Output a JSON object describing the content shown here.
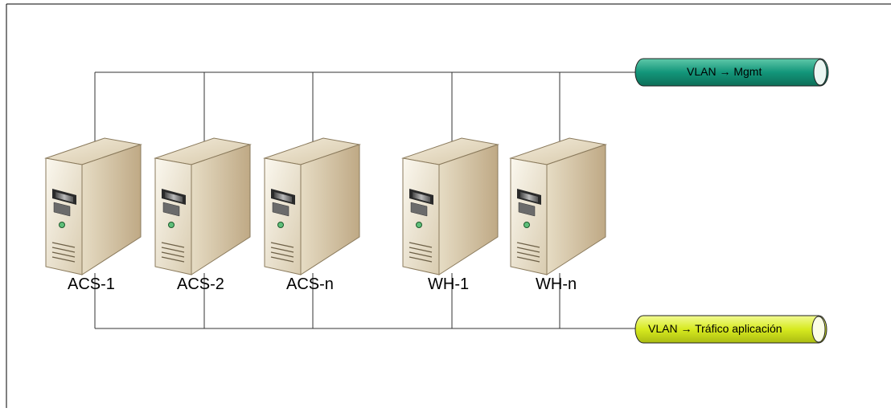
{
  "servers": [
    {
      "label": "ACS-1"
    },
    {
      "label": "ACS-2"
    },
    {
      "label": "ACS-n"
    },
    {
      "label": "WH-1"
    },
    {
      "label": "WH-n"
    }
  ],
  "vlans": {
    "mgmt": {
      "label": "VLAN → Mgmt",
      "color": "#1b9a80"
    },
    "app": {
      "label": "VLAN → Tráfico aplicación",
      "color": "#d9ec2a"
    }
  },
  "colors": {
    "server_front": "#f1ead9",
    "server_side": "#c8b391",
    "server_top": "#ddd0b4",
    "line": "#333333"
  }
}
